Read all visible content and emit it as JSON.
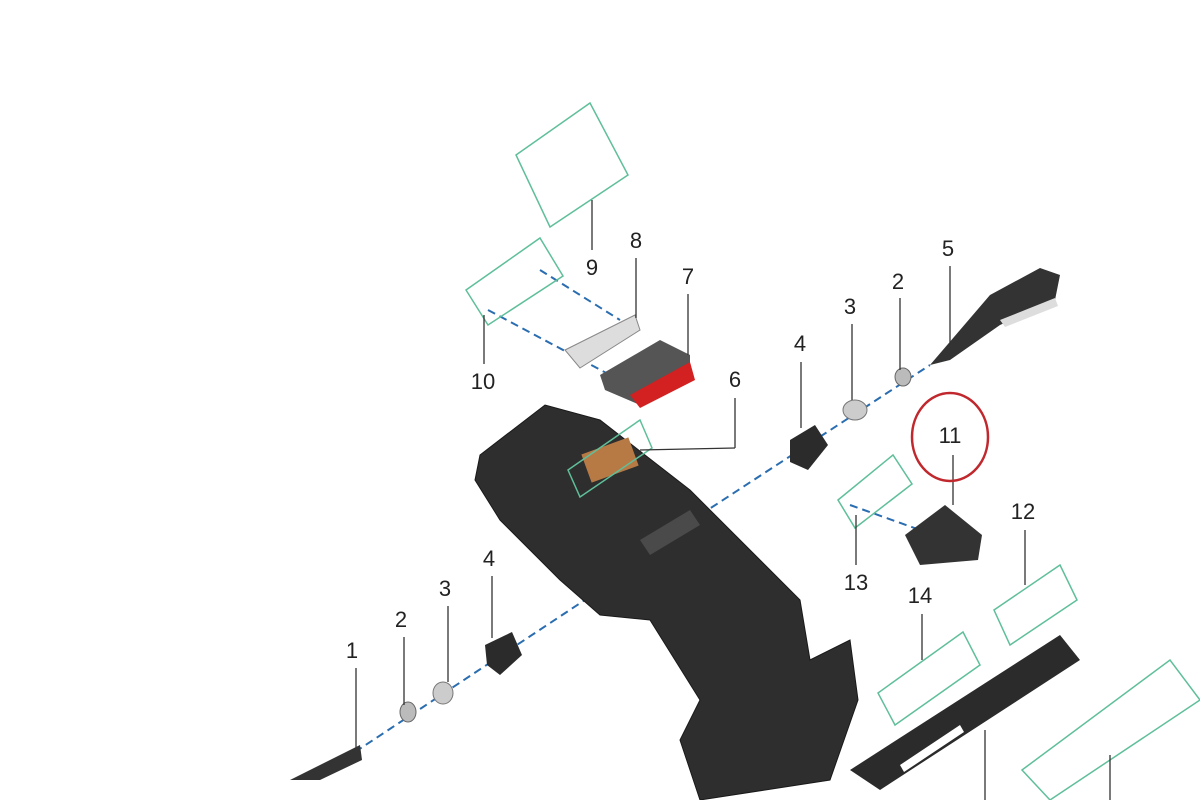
{
  "diagram": {
    "labels": {
      "p1": "1",
      "p2a": "2",
      "p3a": "3",
      "p4a": "4",
      "p4b": "4",
      "p3b": "3",
      "p2b": "2",
      "p5": "5",
      "p6": "6",
      "p7": "7",
      "p8": "8",
      "p9": "9",
      "p10": "10",
      "p11": "11",
      "p12": "12",
      "p13": "13",
      "p14": "14"
    },
    "highlight": {
      "part": "11",
      "color": "#c0282d"
    },
    "colors": {
      "group_box": "#5fbf9a",
      "axis_line": "#2a6db0",
      "part_dark": "#2b2b2b",
      "tail_light": "#d32020",
      "pad": "#b87a45"
    }
  }
}
